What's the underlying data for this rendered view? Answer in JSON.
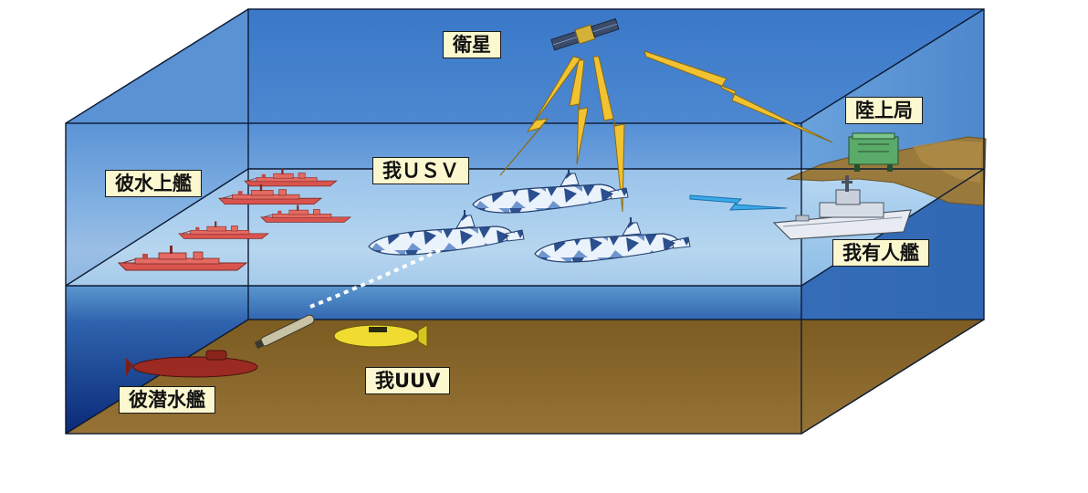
{
  "labels": {
    "satellite": "衛星",
    "ground_station": "陸上局",
    "enemy_surface_ships": "彼水上艦",
    "our_usv": "我ＵＳＶ",
    "our_manned_ship": "我有人艦",
    "enemy_submarine": "彼潜水艦",
    "our_uuv": "我UUV"
  },
  "colors": {
    "sky_top": "#3f7fcc",
    "sky_bottom": "#9cc3ec",
    "water_deep": "#12388a",
    "seabed": "#8c6a2c",
    "land": "#9a7a3c",
    "enemy_ship": "#e0605a",
    "lightning_yellow": "#f0c030",
    "lightning_blue": "#39a9e8",
    "uuv_yellow": "#f0dc30",
    "submarine_red": "#9a2a22",
    "label_bg": "#fbf7cf"
  },
  "icons": {
    "satellite": "satellite-icon",
    "ground_station": "ground-station-icon",
    "usv": "usv-icon",
    "enemy_ship": "warship-icon",
    "manned_ship": "destroyer-icon",
    "submarine": "submarine-icon",
    "uuv": "uuv-icon",
    "link": "lightning-icon",
    "torpedo": "torpedo-icon"
  }
}
